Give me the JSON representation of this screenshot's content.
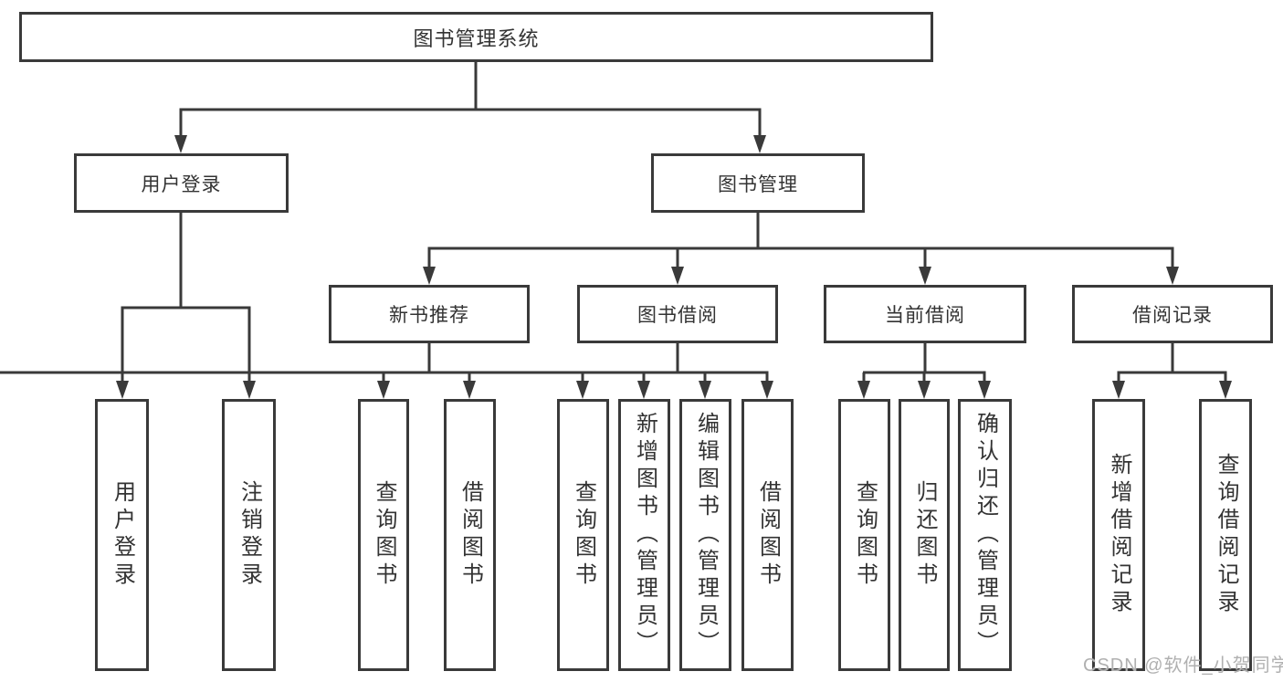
{
  "root": {
    "label": "图书管理系统"
  },
  "branches": [
    {
      "label": "用户登录",
      "children": [
        {
          "label": "用户登录"
        },
        {
          "label": "注销登录"
        }
      ]
    },
    {
      "label": "图书管理",
      "children": [
        {
          "label": "新书推荐",
          "children": [
            {
              "label": "查询图书"
            },
            {
              "label": "借阅图书"
            }
          ]
        },
        {
          "label": "图书借阅",
          "children": [
            {
              "label": "查询图书"
            },
            {
              "label": "新增图书（管理员）"
            },
            {
              "label": "编辑图书（管理员）"
            },
            {
              "label": "借阅图书"
            }
          ]
        },
        {
          "label": "当前借阅",
          "children": [
            {
              "label": "查询图书"
            },
            {
              "label": "归还图书"
            },
            {
              "label": "确认归还（管理员）"
            }
          ]
        },
        {
          "label": "借阅记录",
          "children": [
            {
              "label": "新增借阅记录"
            },
            {
              "label": "查询借阅记录"
            }
          ]
        }
      ]
    }
  ],
  "watermark": "CSDN @软件_小贺同学",
  "colors": {
    "line": "#3a3a3a",
    "text": "#333333",
    "box_background": "#ffffff",
    "page_background": "#ffffff",
    "watermark": "#b0b0b0"
  }
}
